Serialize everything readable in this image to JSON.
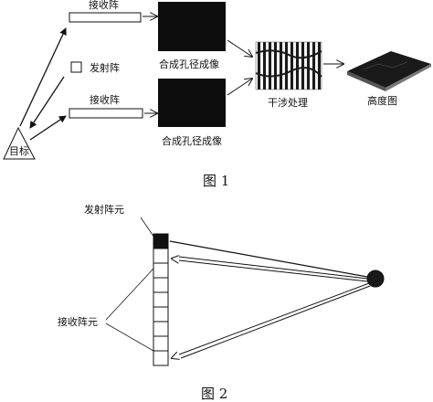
{
  "figure1": {
    "receive_array_top_label": "接收阵",
    "transmit_array_label": "发射阵",
    "receive_array_bottom_label": "接收阵",
    "target_label": "目标",
    "sar_image_top_label": "合成孔径成像",
    "sar_image_bottom_label": "合成孔径成像",
    "interferometry_label": "干涉处理",
    "height_map_label": "高度图",
    "caption": "图 1"
  },
  "figure2": {
    "transmit_element_label": "发射阵元",
    "receive_element_label": "接收阵元",
    "receive_element_count": 8,
    "caption": "图 2"
  }
}
